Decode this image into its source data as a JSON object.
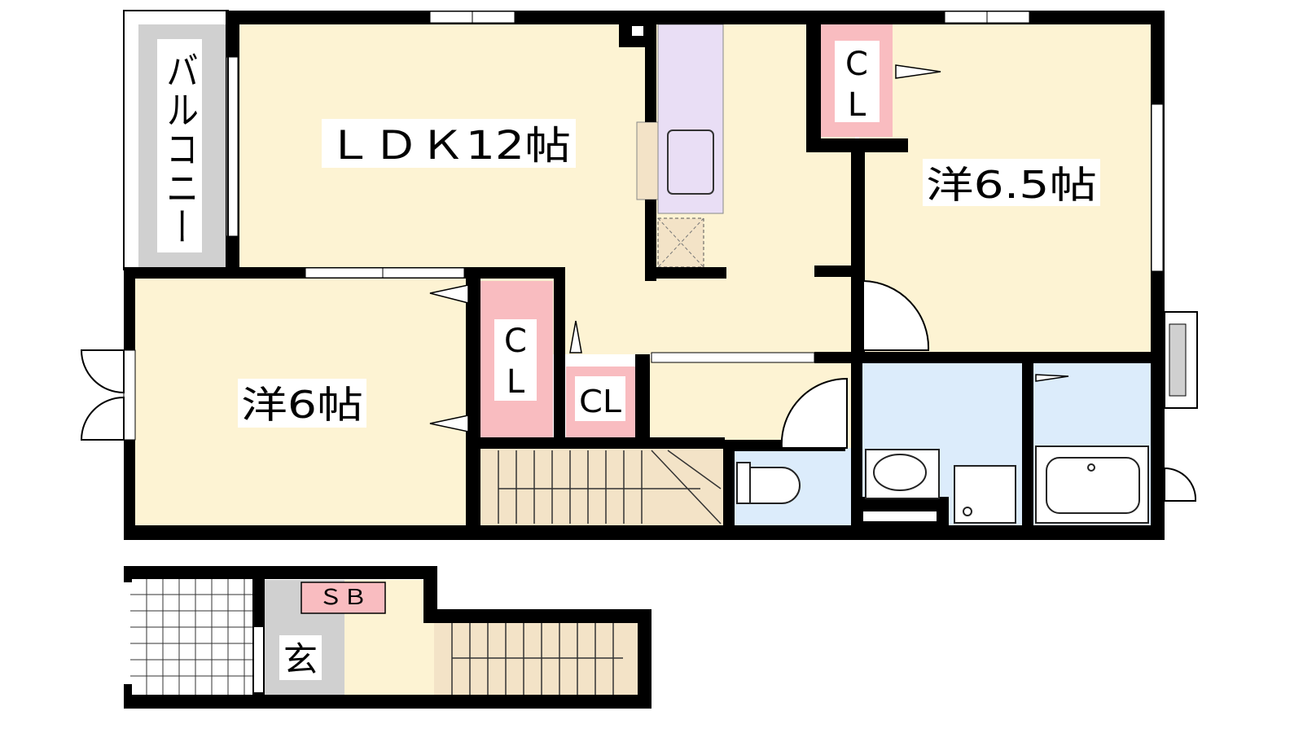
{
  "rooms": {
    "ldk": "ＬＤＫ12帖",
    "western_65": "洋6.5帖",
    "western_6": "洋6帖",
    "balcony": "バルコニー",
    "entrance": "玄",
    "shoe_box": "ＳＢ",
    "closet_a": "CL",
    "closet_b": "CL",
    "closet_c": "CL"
  },
  "colors": {
    "room_floor": "#fdf3d3",
    "wet_area": "#dcecfb",
    "closet": "#f9bcc0",
    "balcony": "#d0d0d0",
    "kitchen": "#e9def5",
    "stairs": "#f3e3c7",
    "wall": "#000000"
  }
}
